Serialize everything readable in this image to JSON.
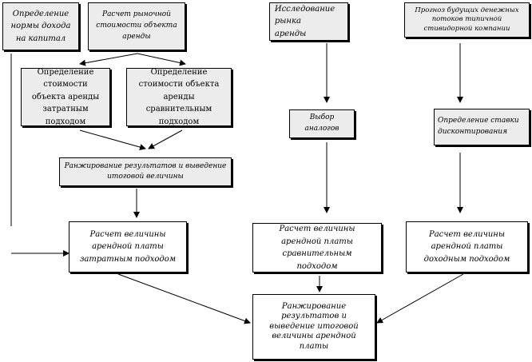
{
  "boxes": {
    "norm_income": "Определение нормы дохода на капитал",
    "market_value": "Расчет рыночной стоимости объекта аренды",
    "cost_value": "Определение стоимости объекта аренды затратным подходом",
    "comparative_value": "Определение стоимости объекта аренды сравнительным подходом",
    "ranking_value": "Ранжирование результатов и выведение итоговой величины",
    "market_research": "Исследование рынка аренды",
    "cashflow_forecast": "Прогноз будущих денежных потоков типичной стивидорной компании",
    "analog_selection": "Выбор аналогов",
    "discount_rate": "Определение ставки дисконтирования",
    "rent_cost": "Расчет величины арендной платы затратным подходом",
    "rent_comparative": "Расчет величины арендной платы сравнительным подходом",
    "rent_income": "Расчет величины арендной платы доходным подходом",
    "final_ranking": "Ранжирование результатов и выведение итоговой величины арендной платы"
  }
}
